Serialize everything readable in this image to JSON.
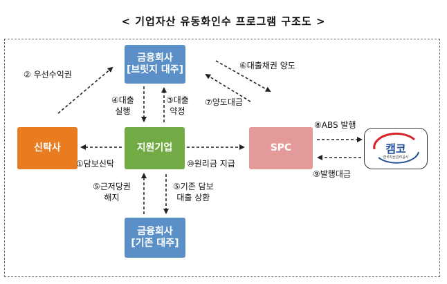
{
  "title": "< 기업자산 유동화인수 프로그램 구조도 >",
  "nodes": {
    "bridge_bank": {
      "line1": "금융회사",
      "line2": "[브릿지 대주]",
      "color": "#5b8fc7"
    },
    "existing_bank": {
      "line1": "금융회사",
      "line2": "[기존 대주]",
      "color": "#5b8fc7"
    },
    "trust": {
      "label": "신탁사",
      "color": "#e97c21"
    },
    "company": {
      "label": "지원기업",
      "color": "#72aa45"
    },
    "spc": {
      "label": "SPC",
      "color": "#e59a9a"
    },
    "kamco": {
      "label": "캠코",
      "sub": "한국자산관리공사",
      "icon": "kamco-logo"
    }
  },
  "edges": {
    "e1": "①담보신탁",
    "e2": "② 우선수익권",
    "e3a": "③대출",
    "e3b": "약정",
    "e4a": "④대출",
    "e4b": "실행",
    "e5a": "⑤근저당권",
    "e5b": "해지",
    "e5c": "⑤기존 담보",
    "e5d": "대출 상환",
    "e6": "⑥대출채권 양도",
    "e7": "⑦양도대금",
    "e8": "⑧ABS 발행",
    "e9": "⑨발행대금",
    "e10": "⑩원리금 지급"
  }
}
